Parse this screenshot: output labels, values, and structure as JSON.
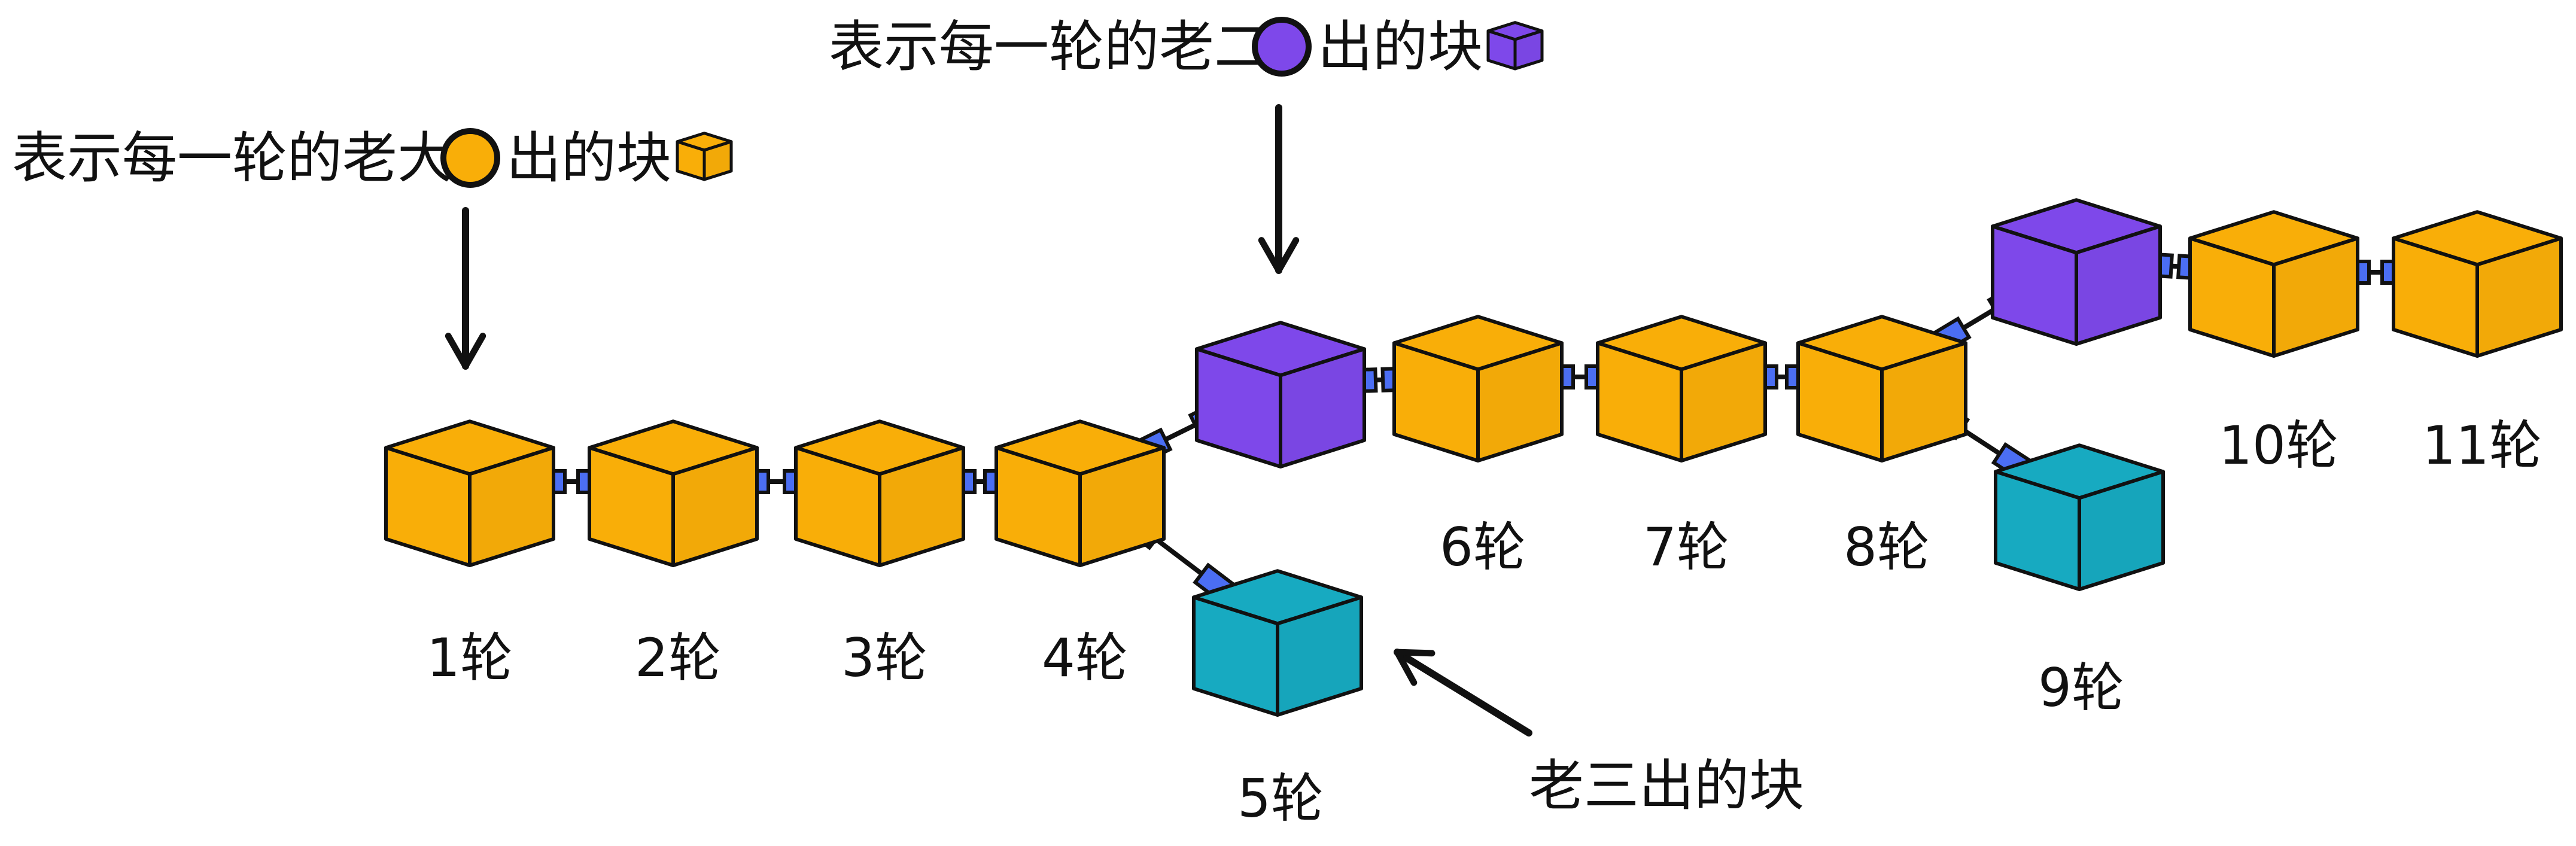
{
  "colors": {
    "first": "#F9AE08",
    "second": "#7E48EA",
    "third": "#17AAC1",
    "link": "#4B6EF3",
    "stroke": "#111111"
  },
  "legend": {
    "first_prefix": "表示每一轮的老大",
    "first_suffix": "出的块",
    "second_prefix": "表示每一轮的老二",
    "second_suffix": "出的块",
    "third": "老三出的块"
  },
  "blocks": [
    {
      "label": "1轮",
      "producer": "first"
    },
    {
      "label": "2轮",
      "producer": "first"
    },
    {
      "label": "3轮",
      "producer": "first"
    },
    {
      "label": "4轮",
      "producer": "first"
    },
    {
      "label": "",
      "producer": "second"
    },
    {
      "label": "5轮",
      "producer": "third"
    },
    {
      "label": "6轮",
      "producer": "first"
    },
    {
      "label": "7轮",
      "producer": "first"
    },
    {
      "label": "8轮",
      "producer": "first"
    },
    {
      "label": "",
      "producer": "second"
    },
    {
      "label": "9轮",
      "producer": "third"
    },
    {
      "label": "10轮",
      "producer": "first"
    },
    {
      "label": "11轮",
      "producer": "first"
    }
  ],
  "links": [
    [
      0,
      1
    ],
    [
      1,
      2
    ],
    [
      2,
      3
    ],
    [
      3,
      4
    ],
    [
      3,
      5
    ],
    [
      4,
      6
    ],
    [
      6,
      7
    ],
    [
      7,
      8
    ],
    [
      8,
      9
    ],
    [
      8,
      10
    ],
    [
      9,
      11
    ],
    [
      11,
      12
    ]
  ]
}
